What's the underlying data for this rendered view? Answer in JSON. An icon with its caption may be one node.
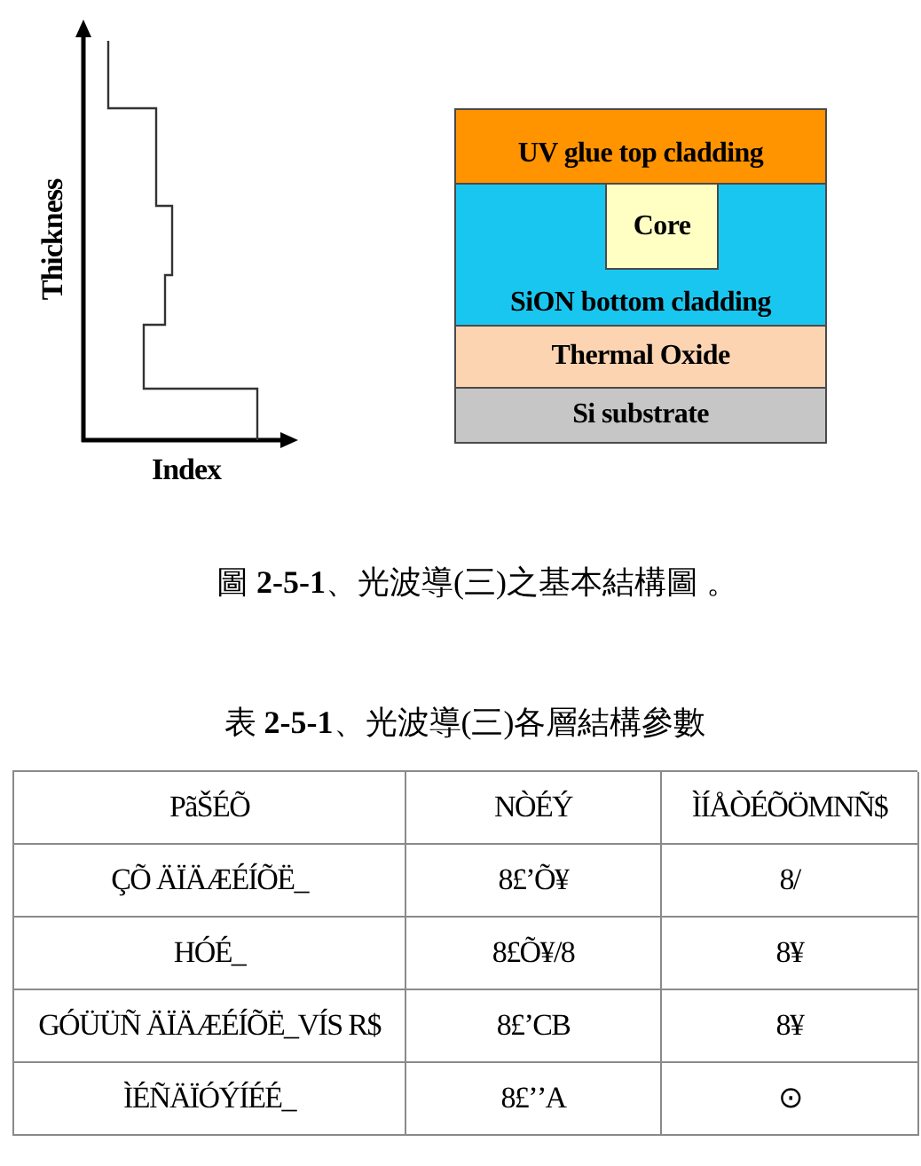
{
  "diagram": {
    "caption": "圖 **2-5-1**、光波導(三)之基本結構圖 。",
    "nodes": [
      {
        "text": [
          "UV glue top cladding"
        ]
      },
      {
        "text": [
          "SiON bottom cladding"
        ]
      },
      {
        "text": [
          "Core"
        ],
        "in": 1
      },
      {
        "text": [
          "Thermal Oxide"
        ]
      },
      {
        "text": [
          "Si substrate"
        ]
      }
    ],
    "labels": [
      "Thickness",
      "Index",
      "表 **2-5-1**、光波導(三)各層結構參數",
      "PãŠÉÕ",
      "NÒÉÝ",
      "ÌÍÅÒÉÕÖMNÑ$",
      "ÇÕ ÄÏÄÆÉÍÕË_",
      "8£ʼÕ¥",
      "8/",
      "HÓÉ_",
      "8£Õ¥/8",
      "8¥",
      "GÓÜÜÑ ÄÏÄÆÉÍÕË_VÍS R$",
      "8£ʼCB",
      "8¥",
      "ÌÉÑÄÏÓÝÍÉÉ_",
      "8£ʼʼA",
      "⊙"
    ]
  }
}
